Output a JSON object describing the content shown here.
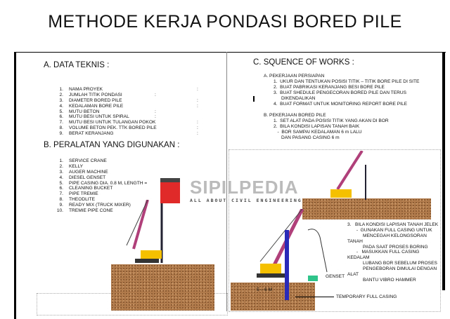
{
  "title": "METHODE KERJA PONDASI BORED PILE",
  "section_a": {
    "heading": "A.  DATA TEKNIS  :",
    "items": [
      {
        "n": "1.",
        "t": "NAMA PROYEK"
      },
      {
        "n": "2.",
        "t": "JUMLAH TITIK PONDASI"
      },
      {
        "n": "3.",
        "t": "DIAMETER BORED PILE"
      },
      {
        "n": "4.",
        "t": "KEDALAMAN BORE PILE"
      },
      {
        "n": "5.",
        "t": "MUTU BETON"
      },
      {
        "n": "6.",
        "t": "MUTU BESI UNTUK SPIRAL"
      },
      {
        "n": "7.",
        "t": "MUTU BESI UNTUK TULANGAN POKOK"
      },
      {
        "n": "8.",
        "t": "VOLUME BETON PEK. TTK BORED PILE"
      },
      {
        "n": "9.",
        "t": "BERAT KERANJANG"
      }
    ],
    "colon": ":"
  },
  "section_b": {
    "heading": "B.  PERALATAN YANG DIGUNAKAN  :",
    "items": [
      {
        "n": "1.",
        "t": "SERVICE CRANE"
      },
      {
        "n": "2.",
        "t": "KELLY"
      },
      {
        "n": "3.",
        "t": "AUGER MACHINE"
      },
      {
        "n": "4.",
        "t": "DIESEL GENSET"
      },
      {
        "n": "5.",
        "t": "PIPE CASING DIA. 0.8 M, LENGTH ="
      },
      {
        "n": "6.",
        "t": "CLEANING BUCKET"
      },
      {
        "n": "7.",
        "t": "PIPE TREMIE"
      },
      {
        "n": "8.",
        "t": "THEODLITE"
      },
      {
        "n": "9.",
        "t": "READY MIX (TRUCK MIXER)"
      },
      {
        "n": "10.",
        "t": "TREMIE PIPE CONE"
      }
    ]
  },
  "section_c": {
    "heading": "C.  SQUENCE OF WORKS  :",
    "a_title": "A.   PEKERJAAN PERSIAPAN",
    "a_items": [
      "1.  UKUR DAN TENTUKAN POSISI TITIK – TITIK BORE PILE DI SITE",
      "2.  BUAT PABRIKASI KERANJANG BESI BORE PILE",
      "3.  BUAT SHEDULE PENGECORAN BORED PILE DAN TERUS",
      "      DIKENDALIKAN",
      "4.  BUAT FORMAT UNTUK MONITORING REPORT BORE PILE"
    ],
    "b_title": "B.   PEKERJAAN BORED PILE",
    "b_items": [
      "1.  SET ALAT PADA POSISI TITIK YANG AKAN DI BOR",
      "2.  BILA KONDISI LAPISAN TANAH BAIK",
      "   -  BOR SAMPAI KEDALAMAN 6 m LALU",
      "      DAN PASANG CASING 6 m"
    ],
    "step3": [
      "3.   BILA KONDISI LAPISAN TANAH JELEK",
      "       -  GUNAKAN FULL CASING UNTUK",
      "            MENCEGAH KELONGSORAN",
      "TANAH",
      "            PADA SAAT PROSES BORING",
      "       -   MASUKKAN FULL CASING",
      "KEDALAM",
      "            LUBANG BOR SEBELUM PROSES",
      "            PENGEBORAN DIMULAI DENGAN",
      "ALAT",
      "            BANTU VIBRO HAMMER"
    ]
  },
  "diagram": {
    "genset": "GENSET",
    "depth": "5 – 6 M",
    "casing": "TEMPORARY FULL CASING"
  },
  "watermark": {
    "name": "SIPILPEDIA",
    "tagline": "ALL ABOUT CIVIL ENGINEERING"
  }
}
